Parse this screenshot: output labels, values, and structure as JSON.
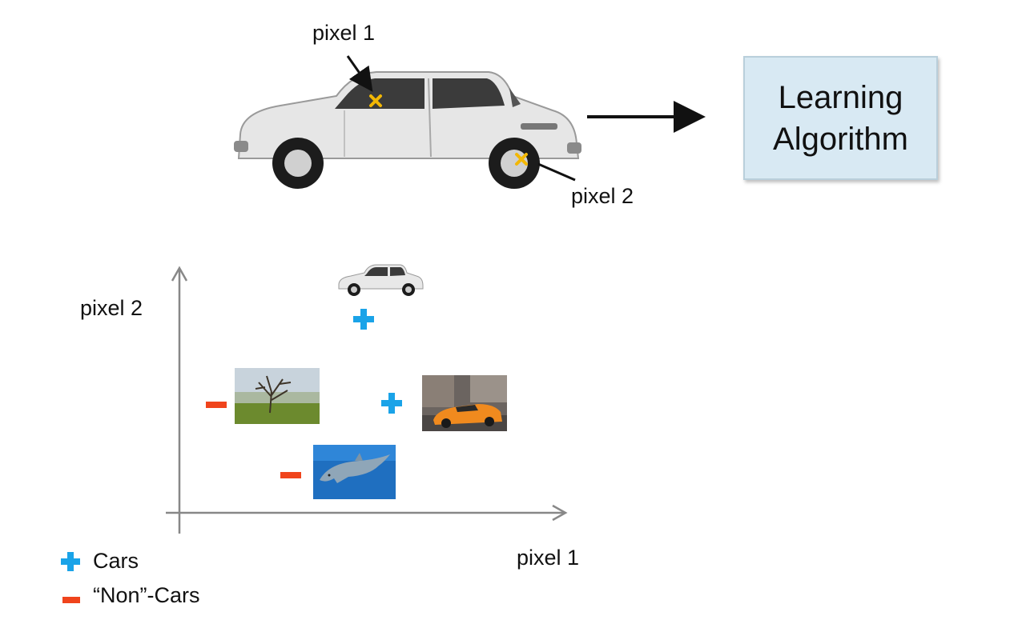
{
  "top": {
    "pixel1_label": "pixel 1",
    "pixel2_label": "pixel 2",
    "algorithm_line1": "Learning",
    "algorithm_line2": "Algorithm"
  },
  "plot": {
    "ylabel": "pixel 2",
    "xlabel": "pixel 1",
    "samples": [
      {
        "image": "small-white-car",
        "class": "car"
      },
      {
        "image": "tree",
        "class": "non-car"
      },
      {
        "image": "orange-sports-car",
        "class": "car"
      },
      {
        "image": "dolphin",
        "class": "non-car"
      }
    ]
  },
  "legend": {
    "items": [
      {
        "symbol": "plus-icon",
        "label": "Cars"
      },
      {
        "symbol": "minus-icon",
        "label": "“Non”-Cars"
      }
    ]
  },
  "colors": {
    "plus": "#1aa3e8",
    "minus": "#f0441c",
    "marker": "#f2b705",
    "box_fill": "#d8e9f3",
    "axis": "#888888"
  }
}
